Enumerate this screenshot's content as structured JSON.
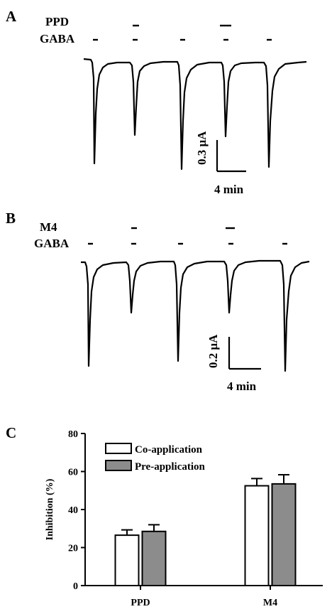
{
  "panel_a": {
    "letter": "A",
    "drug_label": "PPD",
    "gaba_label": "GABA",
    "scale_y_label": "0.3 μA",
    "scale_x_label": "4 min"
  },
  "panel_b": {
    "letter": "B",
    "drug_label": "M4",
    "gaba_label": "GABA",
    "scale_y_label": "0.2 μA",
    "scale_x_label": "4 min"
  },
  "panel_c": {
    "letter": "C"
  },
  "colors": {
    "trace": "#000000",
    "co_application": "#ffffff",
    "pre_application": "#8c8c8c"
  },
  "chart_data": {
    "type": "bar",
    "title": "",
    "xlabel": "",
    "ylabel": "Inhibition (%)",
    "ylim": [
      0,
      80
    ],
    "yticks": [
      0,
      20,
      40,
      60,
      80
    ],
    "categories": [
      "PPD",
      "M4"
    ],
    "legend_position": "top-left",
    "grid": false,
    "series": [
      {
        "name": "Co-application",
        "values": [
          26.5,
          52.5
        ],
        "errors": [
          2.8,
          3.8
        ]
      },
      {
        "name": "Pre-application",
        "values": [
          28.5,
          53.5
        ],
        "errors": [
          3.5,
          4.8
        ]
      }
    ]
  }
}
